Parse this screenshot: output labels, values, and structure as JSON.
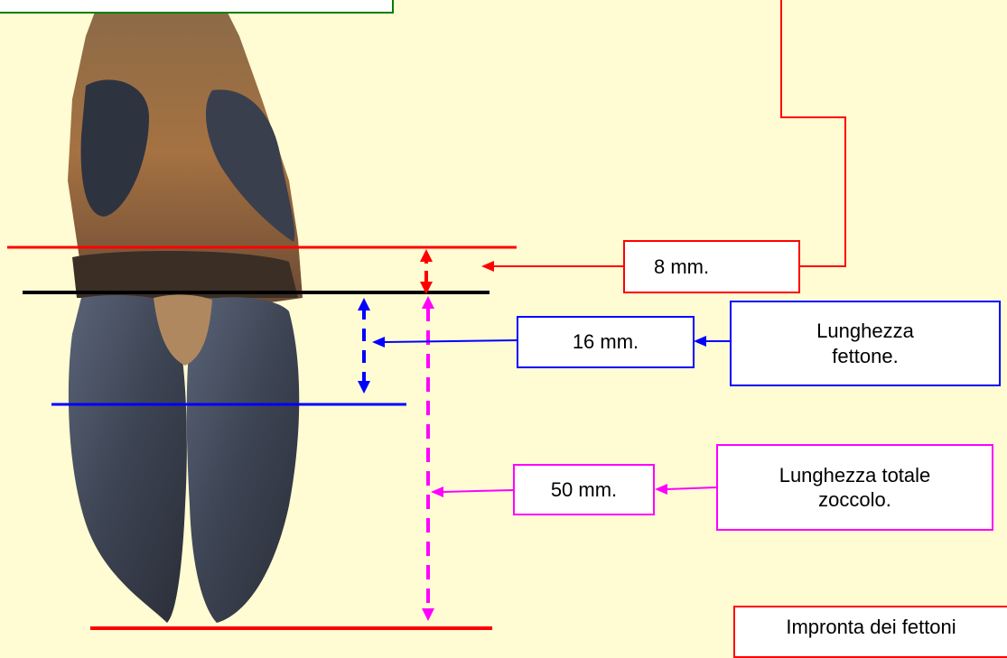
{
  "labels": {
    "top_green_text": "",
    "measure_8": "8 mm.",
    "measure_16": "16 mm.",
    "measure_50": "50 mm.",
    "fettone_length": "Lunghezza\nfettone.",
    "total_length": "Lunghezza totale\nzoccolo.",
    "impronta": "Impronta dei fettoni"
  },
  "colors": {
    "background": "#fffbd2",
    "red": "#ff0000",
    "blue": "#0000ff",
    "magenta": "#ff00ff",
    "black": "#000000",
    "green": "#008000"
  },
  "illustration": "cervid-hoof-photo"
}
